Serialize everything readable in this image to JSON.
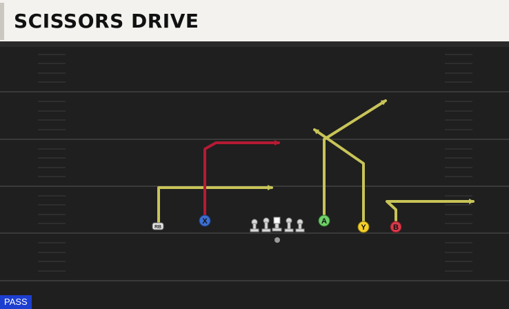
{
  "play": {
    "title": "SCISSORS DRIVE",
    "type_badge": "PASS"
  },
  "players": [
    {
      "id": "rb",
      "label": "RB",
      "color": "#e6e6e6",
      "route_color": "#c8c458"
    },
    {
      "id": "x",
      "label": "X",
      "color": "#3b6fd1",
      "route_color": "#b51a34"
    },
    {
      "id": "a",
      "label": "A",
      "color": "#6fd06a",
      "route_color": "#c8c458"
    },
    {
      "id": "y",
      "label": "Y",
      "color": "#f4cf2a",
      "route_color": "#c8c458"
    },
    {
      "id": "b",
      "label": "B",
      "color": "#d63a4a",
      "route_color": "#c8c458"
    }
  ],
  "colors": {
    "field": "#1f1f1f",
    "yard_line": "#3a3a3a",
    "hash": "#2e2e2e",
    "header_bg": "#f3f2ee",
    "badge": "#1d3fcf"
  }
}
